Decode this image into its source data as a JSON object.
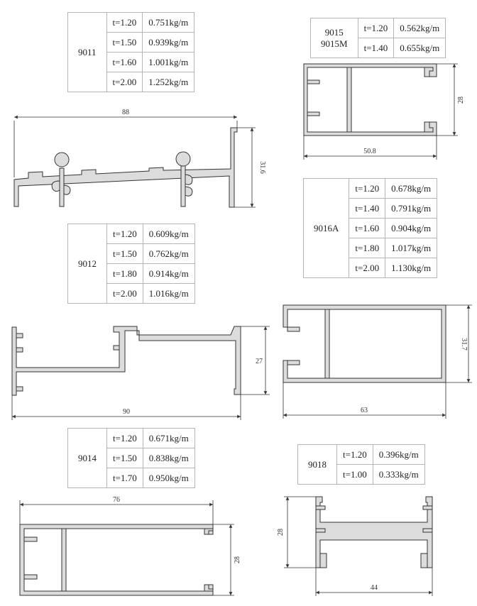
{
  "tables": {
    "t9011": {
      "code": "9011",
      "rows": [
        {
          "t": "t=1.20",
          "w": "0.751kg/m"
        },
        {
          "t": "t=1.50",
          "w": "0.939kg/m"
        },
        {
          "t": "t=1.60",
          "w": "1.001kg/m"
        },
        {
          "t": "t=2.00",
          "w": "1.252kg/m"
        }
      ]
    },
    "t9015": {
      "code": "9015",
      "code2": "9015M",
      "rows": [
        {
          "t": "t=1.20",
          "w": "0.562kg/m"
        },
        {
          "t": "t=1.40",
          "w": "0.655kg/m"
        }
      ]
    },
    "t9016A": {
      "code": "9016A",
      "rows": [
        {
          "t": "t=1.20",
          "w": "0.678kg/m"
        },
        {
          "t": "t=1.40",
          "w": "0.791kg/m"
        },
        {
          "t": "t=1.60",
          "w": "0.904kg/m"
        },
        {
          "t": "t=1.80",
          "w": "1.017kg/m"
        },
        {
          "t": "t=2.00",
          "w": "1.130kg/m"
        }
      ]
    },
    "t9012": {
      "code": "9012",
      "rows": [
        {
          "t": "t=1.20",
          "w": "0.609kg/m"
        },
        {
          "t": "t=1.50",
          "w": "0.762kg/m"
        },
        {
          "t": "t=1.80",
          "w": "0.914kg/m"
        },
        {
          "t": "t=2.00",
          "w": "1.016kg/m"
        }
      ]
    },
    "t9014": {
      "code": "9014",
      "rows": [
        {
          "t": "t=1.20",
          "w": "0.671kg/m"
        },
        {
          "t": "t=1.50",
          "w": "0.838kg/m"
        },
        {
          "t": "t=1.70",
          "w": "0.950kg/m"
        }
      ]
    },
    "t9018": {
      "code": "9018",
      "rows": [
        {
          "t": "t=1.20",
          "w": "0.396kg/m"
        },
        {
          "t": "t=1.00",
          "w": "0.333kg/m"
        }
      ]
    }
  },
  "dimensions": {
    "p9011_width": "88",
    "p9011_height": "31.6",
    "p9015_width": "50.8",
    "p9015_height": "28",
    "p9012_width": "90",
    "p9012_height": "27",
    "p9016A_width": "63",
    "p9016A_height": "31.7",
    "p9014_width": "76",
    "p9014_height": "28",
    "p9018_width": "44",
    "p9018_height": "28"
  },
  "colors": {
    "line": "#333333",
    "profile_fill": "#dcdcdc",
    "grid": "#b5b5b5"
  }
}
